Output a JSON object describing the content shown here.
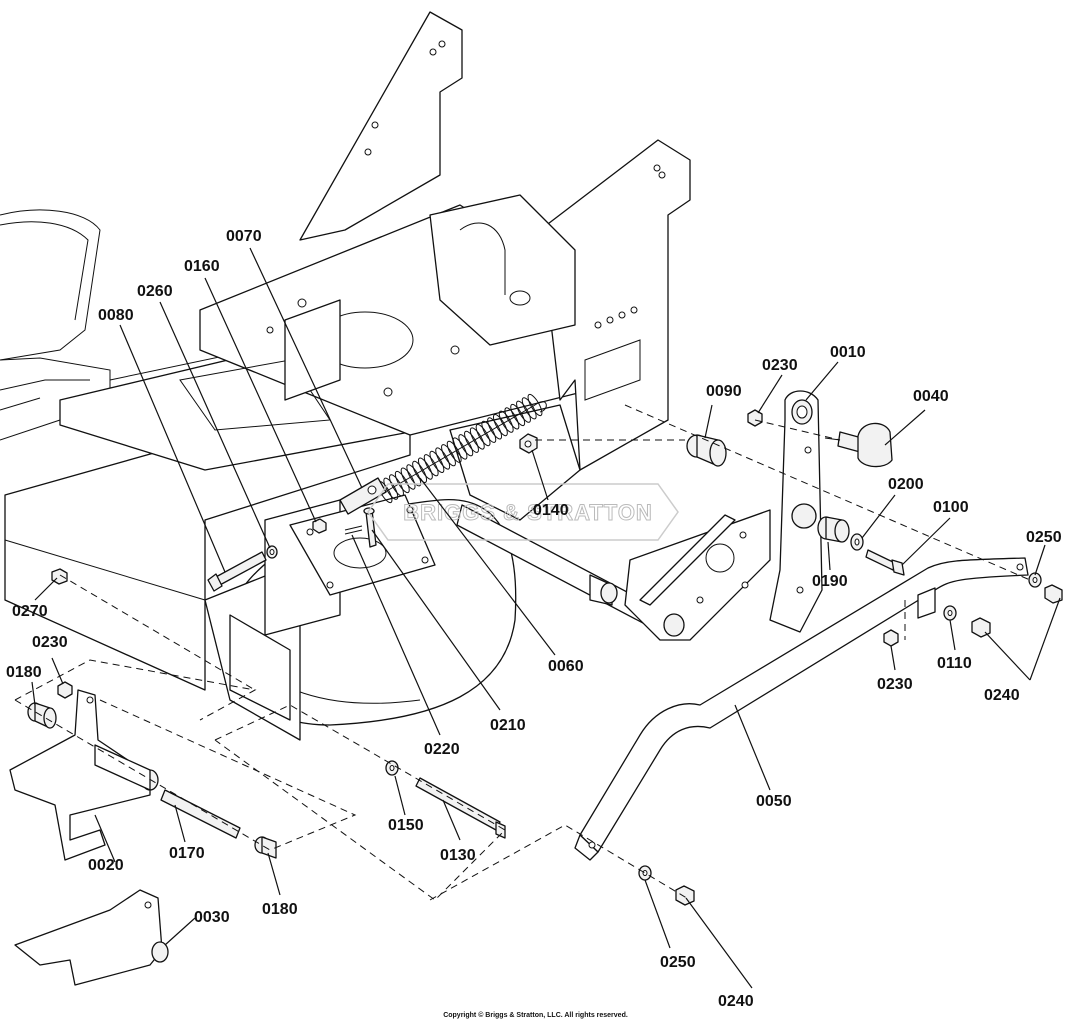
{
  "watermark": "BRIGGS & STRATTON",
  "copyright": "Copyright © Briggs & Stratton, LLC. All rights reserved.",
  "callouts": [
    {
      "id": "c0010",
      "label": "0010"
    },
    {
      "id": "c0020",
      "label": "0020"
    },
    {
      "id": "c0030",
      "label": "0030"
    },
    {
      "id": "c0040",
      "label": "0040"
    },
    {
      "id": "c0050",
      "label": "0050"
    },
    {
      "id": "c0060",
      "label": "0060"
    },
    {
      "id": "c0070",
      "label": "0070"
    },
    {
      "id": "c0080",
      "label": "0080"
    },
    {
      "id": "c0090",
      "label": "0090"
    },
    {
      "id": "c0100",
      "label": "0100"
    },
    {
      "id": "c0110",
      "label": "0110"
    },
    {
      "id": "c0130",
      "label": "0130"
    },
    {
      "id": "c0140",
      "label": "0140"
    },
    {
      "id": "c0150",
      "label": "0150"
    },
    {
      "id": "c0160",
      "label": "0160"
    },
    {
      "id": "c0170",
      "label": "0170"
    },
    {
      "id": "c0180a",
      "label": "0180"
    },
    {
      "id": "c0180b",
      "label": "0180"
    },
    {
      "id": "c0190",
      "label": "0190"
    },
    {
      "id": "c0200",
      "label": "0200"
    },
    {
      "id": "c0210",
      "label": "0210"
    },
    {
      "id": "c0220",
      "label": "0220"
    },
    {
      "id": "c0230a",
      "label": "0230"
    },
    {
      "id": "c0230b",
      "label": "0230"
    },
    {
      "id": "c0230c",
      "label": "0230"
    },
    {
      "id": "c0240a",
      "label": "0240"
    },
    {
      "id": "c0240b",
      "label": "0240"
    },
    {
      "id": "c0250a",
      "label": "0250"
    },
    {
      "id": "c0250b",
      "label": "0250"
    },
    {
      "id": "c0260",
      "label": "0260"
    },
    {
      "id": "c0270",
      "label": "0270"
    }
  ]
}
